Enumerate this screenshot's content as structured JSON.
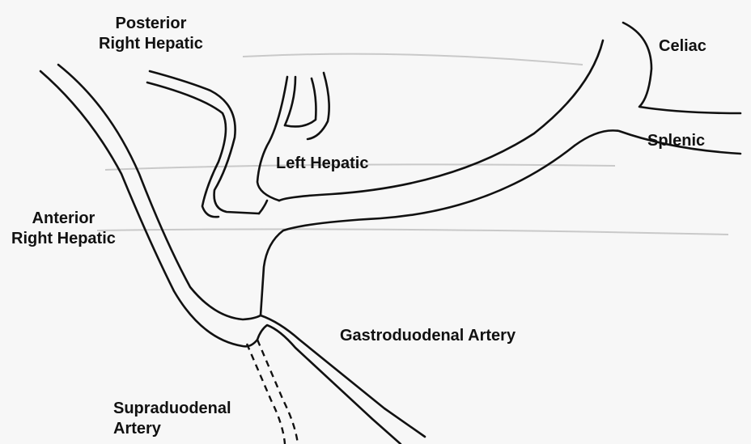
{
  "labels": {
    "posterior_line1": "Posterior",
    "posterior_line2": "Right Hepatic",
    "celiac": "Celiac",
    "splenic": "Splenic",
    "left_hepatic": "Left Hepatic",
    "anterior_line1": "Anterior",
    "anterior_line2": "Right Hepatic",
    "gastroduodenal": "Gastroduodenal Artery",
    "supraduodenal_line1": "Supraduodenal",
    "supraduodenal_line2": "Artery"
  }
}
